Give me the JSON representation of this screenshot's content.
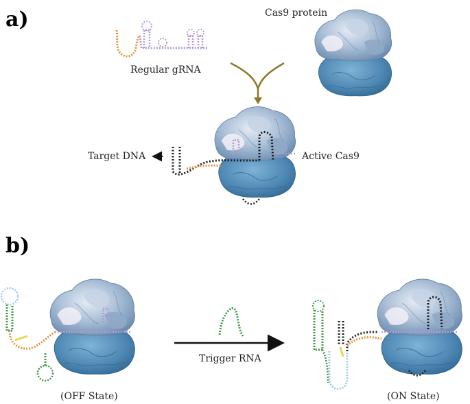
{
  "panel_a": {
    "letter": "a)",
    "regular_grna_label": "Regular gRNA",
    "cas9_protein_label": "Cas9 protein",
    "target_dna_label": "Target DNA",
    "active_cas9_label": "Active Cas9"
  },
  "panel_b": {
    "letter": "b)",
    "trigger_rna_label": "Trigger RNA",
    "off_state_label": "(OFF State)",
    "on_state_label": "(ON State)"
  },
  "colors": {
    "protein_top": "#a9bed6",
    "protein_bottom": "#4f89b5",
    "grna": "#b79ad1",
    "spacer": "#e3933a",
    "dna": "#1b1b1b",
    "trigger": "#3a9a45",
    "loop_blue": "#9fcbe6",
    "merge_arrow": "#8a7a2a"
  }
}
